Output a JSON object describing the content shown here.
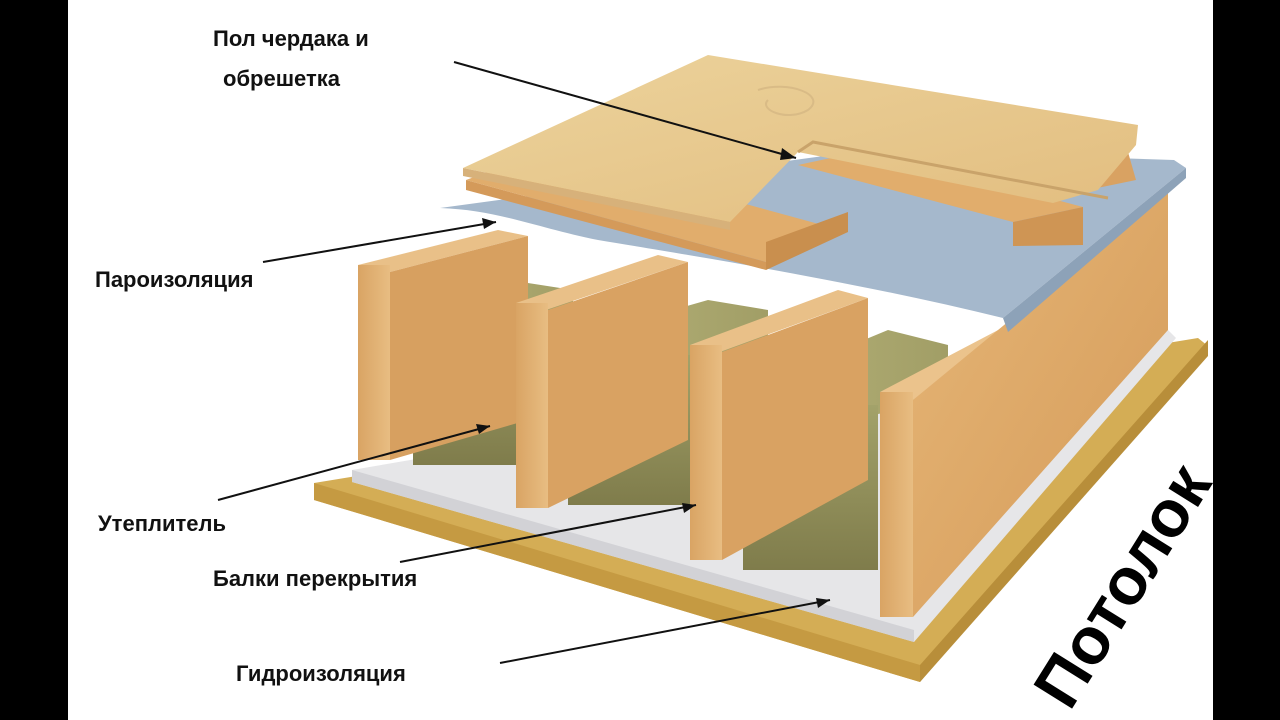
{
  "labels": {
    "floor_line1": "Пол чердака и",
    "floor_line2": "обрешетка",
    "vapor": "Пароизоляция",
    "insulation": "Утеплитель",
    "beams": "Балки перекрытия",
    "waterproof": "Гидроизоляция",
    "ceiling": "Потолок"
  },
  "colors": {
    "frame": "#000000",
    "background": "#ffffff",
    "wood": "#e2b476",
    "wood_dark": "#c98f4e",
    "plywood": "#e9c98d",
    "membrane": "#9fb3c8",
    "insulation": "#8c8a55",
    "osb": "#d8b45c",
    "film": "#e4e4e6"
  }
}
